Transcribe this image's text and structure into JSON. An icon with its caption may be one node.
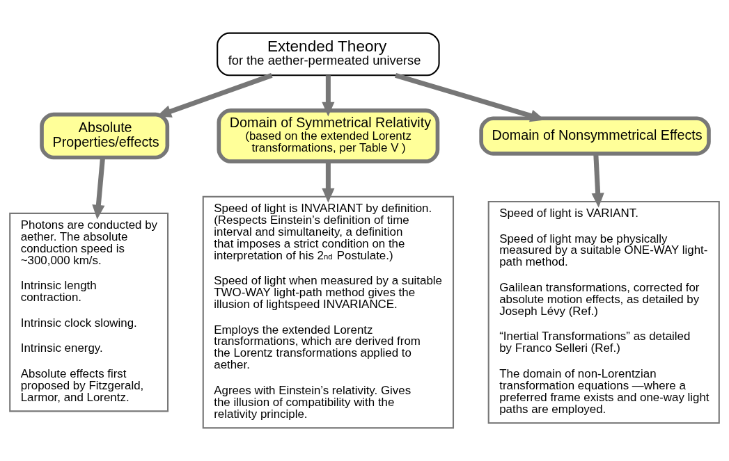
{
  "diagram": {
    "nodes": [
      {
        "text": [
          "Extended Theory",
          "for the aether-permeated universe"
        ]
      },
      {
        "text": [
          "Absolute Properties/effects"
        ]
      },
      {
        "text": [
          "Domain of Symmetrical Relativity",
          "(based on the extended Lorentz transformations, per Table V )"
        ]
      },
      {
        "text": [
          "Domain of Nonsymmetrical Effects"
        ]
      },
      {
        "text": [
          "Photons are conducted by aether. The absolute conduction speed is ~300,000 km/s.",
          "Intrinsic length contraction.",
          "Intrinsic clock slowing.",
          "Intrinsic energy.",
          "Absolute effects first proposed by Fitzgerald, Larmor, and Lorentz."
        ]
      },
      {
        "text": [
          "Speed of light is INVARIANT by definition. (Respects Einstein’s definition of time interval and simultaneity, a definition that imposes a strict condition on the interpretation of his 2$^{nd}$ Postulate.)",
          "Speed of light when measured by a suitable TWO-WAY light-path method gives the illusion of lightspeed INVARIANCE.",
          "Employs the extended Lorentz transformations, which are derived from the Lorentz transformations applied to aether.",
          "Agrees with Einstein’s relativity. Gives the illusion of compatibility with the relativity principle."
        ]
      },
      {
        "text": [
          "Speed of light is VARIANT.",
          "Speed of light may be physically measured by a suitable ONE-WAY light-path method.",
          "Galilean transformations, corrected for absolute motion effects, as detailed by Joseph Lévy (Ref.)",
          "“Inertial Transformations” as detailed by Franco Selleri (Ref.)",
          "The domain of non-Lorentzian transformation equations —where a preferred frame exists and one-way light paths are employed."
        ]
      }
    ],
    "edges": [
      {
        "from": 0,
        "to": 1,
        "arrow": "to"
      },
      {
        "from": 0,
        "to": 2,
        "arrow": "to"
      },
      {
        "from": 0,
        "to": 3,
        "arrow": "to"
      },
      {
        "from": 1,
        "to": 4,
        "arrow": "to"
      },
      {
        "from": 2,
        "to": 5,
        "arrow": "to"
      },
      {
        "from": 3,
        "to": 6,
        "arrow": "to"
      }
    ]
  }
}
